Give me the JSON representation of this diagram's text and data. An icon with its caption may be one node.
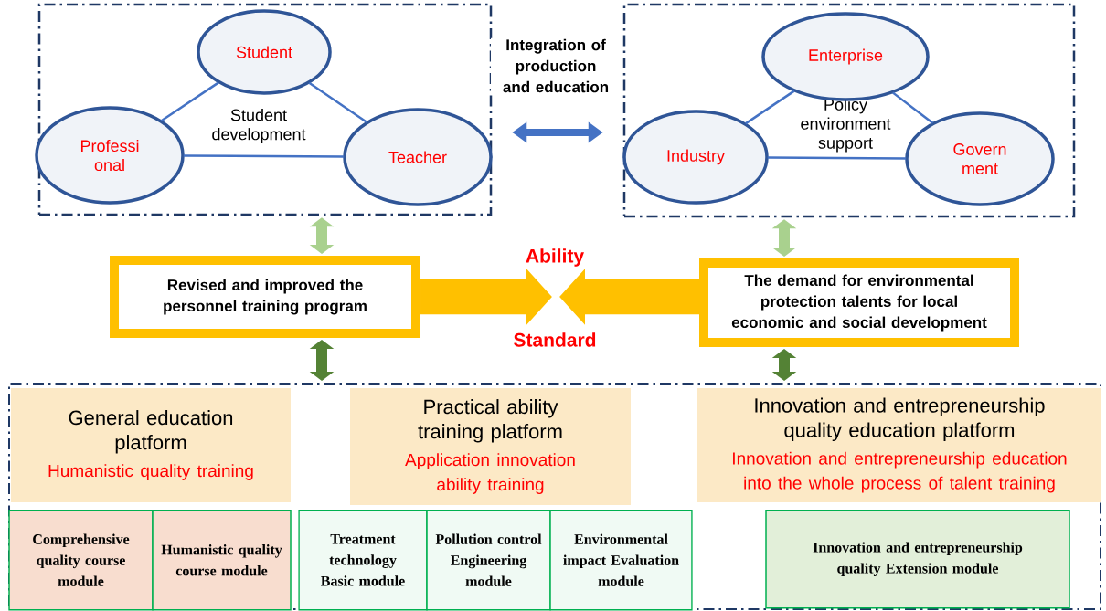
{
  "diagram": {
    "nodes": [
      {
        "text": [
          "Student development"
        ]
      },
      {
        "text": [
          "Student"
        ],
        "in": 0
      },
      {
        "text": [
          "Professi onal"
        ],
        "in": 0
      },
      {
        "text": [
          "Teacher"
        ],
        "in": 0
      },
      {
        "text": [
          "Policy environment support"
        ]
      },
      {
        "text": [
          "Enterprise"
        ],
        "in": 4
      },
      {
        "text": [
          "Industry"
        ],
        "in": 4
      },
      {
        "text": [
          "Govern ment"
        ],
        "in": 4
      },
      {
        "text": [
          "Revised and improved the personnel training program"
        ]
      },
      {
        "text": [
          "The demand for environmental protection talents for local economic and social development"
        ]
      },
      {
        "text": [],
        "shape": "box"
      },
      {
        "text": [
          "General education platform",
          "Humanistic quality training"
        ],
        "in": 10
      },
      {
        "text": [
          "Practical ability training platform",
          "Application innovation ability training"
        ],
        "in": 10
      },
      {
        "text": [
          "Innovation and entrepreneurship quality education platform",
          "Innovation and entrepreneurship education into the whole process of talent training"
        ],
        "in": 10
      },
      {
        "text": [
          "Comprehensive quality course module"
        ],
        "in": 10
      },
      {
        "text": [
          "Humanistic quality course module"
        ],
        "in": 10
      },
      {
        "text": [
          "Treatment technology Basic module"
        ],
        "in": 10
      },
      {
        "text": [
          "Pollution control Engineering module"
        ],
        "in": 10
      },
      {
        "text": [
          "Environmental impact Evaluation module"
        ],
        "in": 10
      },
      {
        "text": [
          "Innovation and entrepreneurship quality Extension module"
        ],
        "in": 10
      }
    ],
    "edges": [
      {
        "from": 1,
        "to": 2,
        "arrow": "none",
        "color": "#4472c4"
      },
      {
        "from": 1,
        "to": 3,
        "arrow": "none",
        "color": "#4472c4"
      },
      {
        "from": 2,
        "to": 3,
        "arrow": "none",
        "color": "#4472c4"
      },
      {
        "from": 5,
        "to": 6,
        "arrow": "none",
        "color": "#4472c4"
      },
      {
        "from": 5,
        "to": 7,
        "arrow": "none",
        "color": "#4472c4"
      },
      {
        "from": 6,
        "to": 7,
        "arrow": "none",
        "color": "#4472c4"
      },
      {
        "from": 0,
        "to": 4,
        "arrow": "both",
        "label": "Integration of production and education",
        "color": "#4472c4"
      },
      {
        "from": 0,
        "to": 8,
        "arrow": "both",
        "color": "#a9d18e"
      },
      {
        "from": 4,
        "to": 9,
        "arrow": "both",
        "color": "#a9d18e"
      },
      {
        "from": 8,
        "to": 10,
        "arrow": "both",
        "color": "#548235"
      },
      {
        "from": 9,
        "to": 10,
        "arrow": "both",
        "color": "#548235"
      },
      {
        "from": 8,
        "to": null,
        "arrow": "to",
        "style": "thick",
        "color": "#ffc000"
      },
      {
        "from": 9,
        "to": null,
        "arrow": "to",
        "style": "thick",
        "color": "#ffc000"
      }
    ],
    "labels": [
      "Ability",
      "Standard"
    ]
  }
}
